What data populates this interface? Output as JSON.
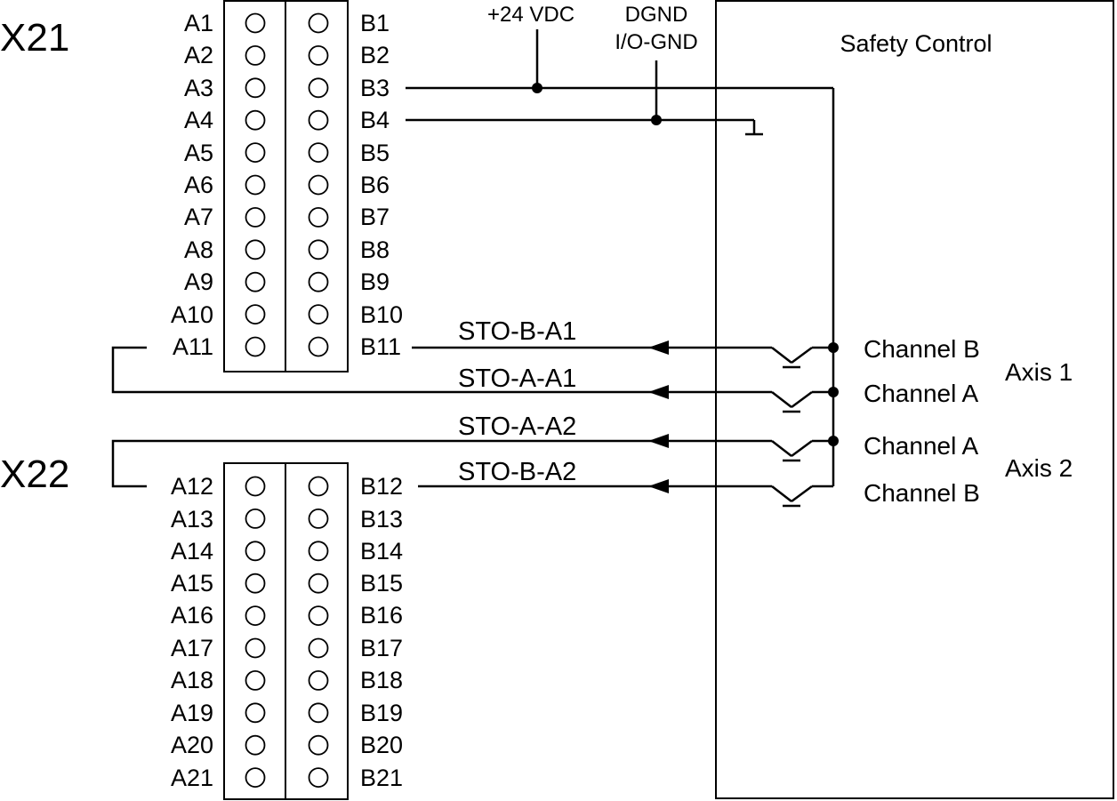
{
  "connectors": [
    {
      "label": "X21",
      "a_pins": [
        "A1",
        "A2",
        "A3",
        "A4",
        "A5",
        "A6",
        "A7",
        "A8",
        "A9",
        "A10",
        "A11"
      ],
      "b_pins": [
        "B1",
        "B2",
        "B3",
        "B4",
        "B5",
        "B6",
        "B7",
        "B8",
        "B9",
        "B10",
        "B11"
      ]
    },
    {
      "label": "X22",
      "a_pins": [
        "A12",
        "A13",
        "A14",
        "A15",
        "A16",
        "A17",
        "A18",
        "A19",
        "A20",
        "A21"
      ],
      "b_pins": [
        "B12",
        "B13",
        "B14",
        "B15",
        "B16",
        "B17",
        "B18",
        "B19",
        "B20",
        "B21"
      ]
    }
  ],
  "supply": {
    "v24": "+24 VDC",
    "dgnd": "DGND",
    "iognd": "I/O-GND"
  },
  "safety_control": {
    "title": "Safety Control"
  },
  "signals": [
    "STO-B-A1",
    "STO-A-A1",
    "STO-A-A2",
    "STO-B-A2"
  ],
  "channels": [
    "Channel B",
    "Channel A",
    "Channel A",
    "Channel B"
  ],
  "axes": [
    "Axis 1",
    "Axis 2"
  ]
}
